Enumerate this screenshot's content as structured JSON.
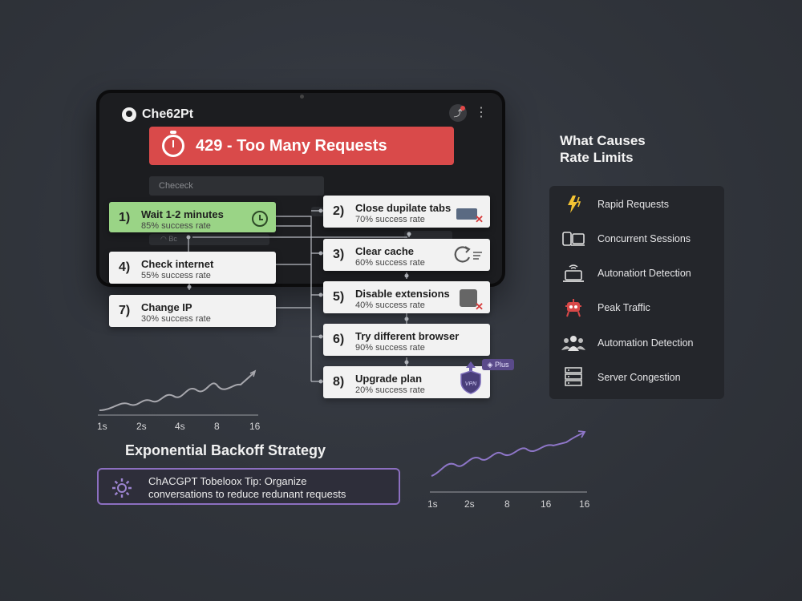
{
  "app": {
    "title": "Che62Pt",
    "error_banner": "429 - Too Many Requests",
    "check_field": "Chececk",
    "ghost_field": "Bc"
  },
  "steps": [
    {
      "num": "1)",
      "title": "Wait 1-2 minutes",
      "rate": "85% success rate",
      "icon": "clock-icon",
      "highlight": true
    },
    {
      "num": "2)",
      "title": "Close dupilate tabs",
      "rate": "70% success rate",
      "icon": "tab-close-icon"
    },
    {
      "num": "3)",
      "title": "Clear cache",
      "rate": "60% success rate",
      "icon": "refresh-icon"
    },
    {
      "num": "4)",
      "title": "Check internet",
      "rate": "55% success rate"
    },
    {
      "num": "5)",
      "title": "Disable extensions",
      "rate": "40% success rate",
      "icon": "puzzle-icon"
    },
    {
      "num": "6)",
      "title": "Try different browser",
      "rate": "90% success rate"
    },
    {
      "num": "7)",
      "title": "Change IP",
      "rate": "30% success rate"
    },
    {
      "num": "8)",
      "title": "Upgrade plan",
      "rate": "20% success rate",
      "icon": "vpn-shield-icon"
    }
  ],
  "plus_badge": "Plus",
  "causes": {
    "title_line1": "What Causes",
    "title_line2": "Rate Limits",
    "items": [
      {
        "label": "Rapid Requests",
        "icon": "lightning-icon"
      },
      {
        "label": "Concurrent Sessions",
        "icon": "devices-icon"
      },
      {
        "label": "Autonatiort Detection",
        "icon": "laptop-wifi-icon"
      },
      {
        "label": "Peak Traffic",
        "icon": "robot-icon"
      },
      {
        "label": "Automation Detection",
        "icon": "users-icon"
      },
      {
        "label": "Server Congestion",
        "icon": "server-icon"
      }
    ]
  },
  "backoff": {
    "title": "Exponential Backoff Strategy",
    "ticks_small": [
      "1s",
      "2s",
      "4s",
      "8",
      "16"
    ],
    "ticks_large": [
      "1s",
      "2s",
      "8",
      "16",
      "16"
    ]
  },
  "tip": {
    "line1": "ChACGPT Tobeloox Tip: Organize",
    "line2": "conversations to reduce redunant requests"
  },
  "colors": {
    "error": "#d94a4a",
    "success_highlight": "#9ad486",
    "tip_border": "#8c6fc0",
    "trend_line": "#8e76c8"
  }
}
